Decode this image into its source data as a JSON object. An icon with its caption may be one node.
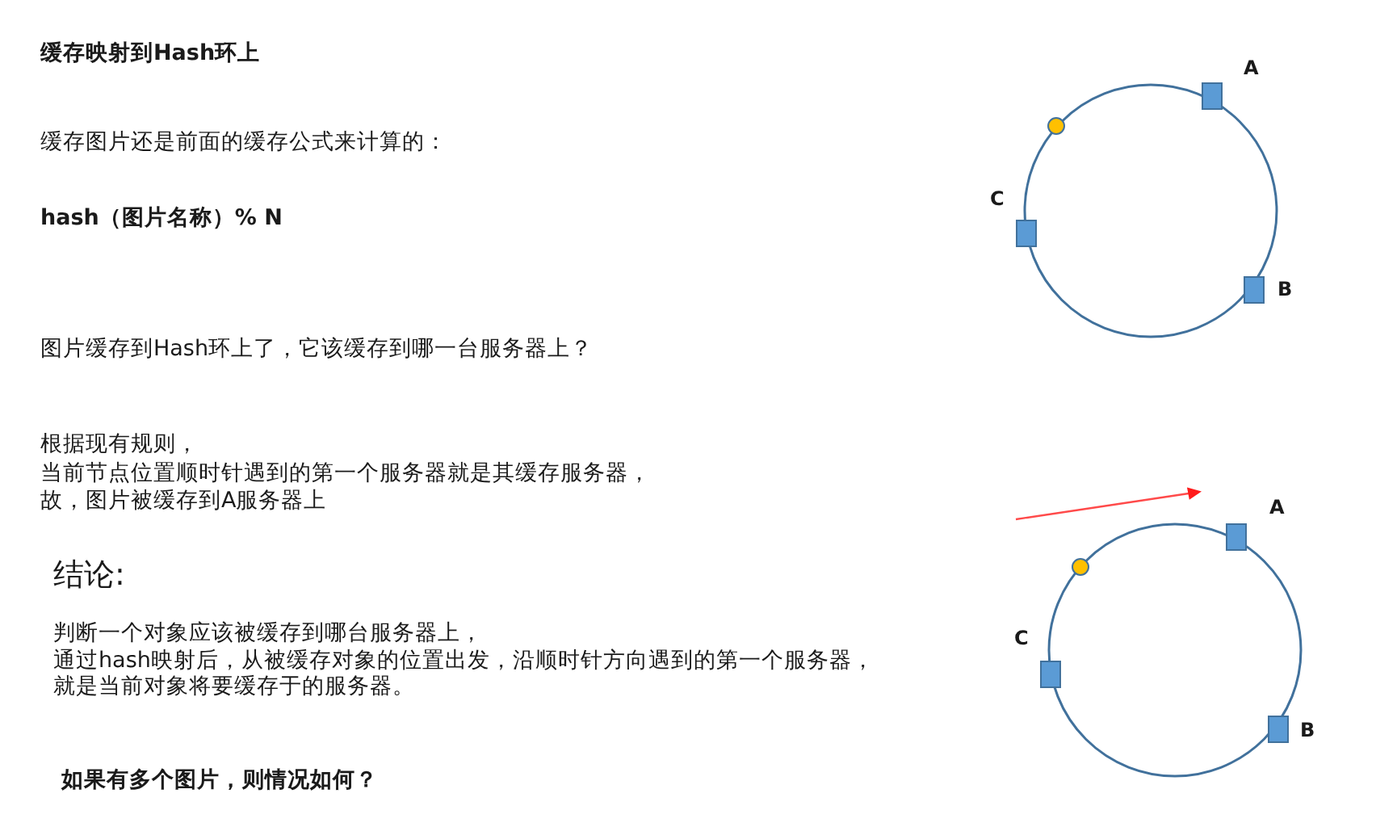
{
  "diagram": {
    "title": "缓存映射到Hash环上",
    "nodes": [
      {
        "text": [],
        "shape": "box",
        "beside": [
          "A"
        ]
      },
      {
        "text": [],
        "shape": "circle"
      },
      {
        "text": [],
        "shape": "box",
        "beside": [
          "C"
        ]
      },
      {
        "text": [],
        "shape": "box",
        "beside": [
          "B"
        ]
      },
      {
        "text": [],
        "shape": "box",
        "beside": [
          "A"
        ]
      },
      {
        "text": [],
        "shape": "circle"
      },
      {
        "text": [],
        "shape": "box",
        "beside": [
          "C"
        ]
      },
      {
        "text": [],
        "shape": "box",
        "beside": [
          "B"
        ]
      }
    ],
    "labels": [
      "缓存图片还是前面的缓存公式来计算的：",
      "hash（图片名称）% N",
      "图片缓存到Hash环上了，它该缓存到哪一台服务器上？",
      "根据现有规则，",
      "当前节点位置顺时针遇到的第一个服务器就是其缓存服务器，",
      "故，图片被缓存到A服务器上",
      "结论:",
      "判断一个对象应该被缓存到哪台服务器上，",
      "通过hash映射后，从被缓存对象的位置出发，沿顺时针方向遇到的第一个服务器，",
      "就是当前对象将要缓存于的服务器。",
      "如果有多个图片，则情况如何？"
    ]
  }
}
